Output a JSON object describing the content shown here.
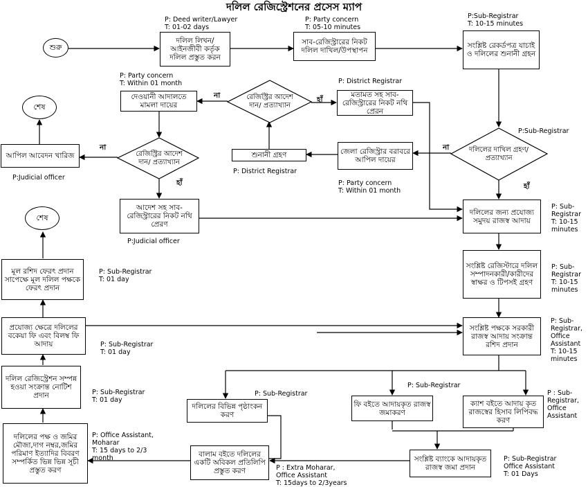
{
  "title": "দলিল রেজিস্ট্রেশনের প্রসেস ম্যাপ",
  "circles": {
    "start": "শুরু",
    "end_top": "শেষ",
    "end_left": "শেষ"
  },
  "boxes": {
    "deed_writing": "দলিল লিখন/ আইনজীবী কর্তৃক দলিল প্রস্তুত করন",
    "submit_subreg": "সাব-রেজিস্ট্রারের নিকট দলিল দাখিল/উপস্থাপন",
    "record_check": "সংশ্লিষ্ট রেকর্ডপত্র যাচাই ও দলিলের শুনানী গ্রহন",
    "civil_court": "দেওয়ানী আদালতে মামলা দায়ের",
    "send_opinion": "মতামত সহ সাব-রেজিস্ট্রারের নিকট নথি প্রেরন",
    "appeal_dismissed": "আপিল আবেদন খারিজ",
    "hearing": "শুনানী গ্রহণ",
    "dist_appeal": "জেলা রেজিস্ট্রার বরাবরে আপিল দায়ের",
    "order_send": "আদেশ সহ সাব-রেজিস্ট্রারের নিকট নথি প্রেরণ",
    "fee_collect": "দলিলের জন্য প্রযোজ্য সমুদয় রাজস্ব আদায়",
    "original_receipt": "মূল রশিদ ফেরৎ প্রদান সাপেক্ষে মূল দলিল পক্ষকে ফেরৎ প্রদান",
    "signature": "সংশ্লিষ্ট রেজিস্টারে দলিল সম্পাদনকারী/কারীদের স্বাক্ষর ও টিপসই গ্রহণ",
    "deficit_fee": "প্রযোজ্য ক্ষেত্রে দলিলের বকেয়া ফি এবং বিলম্ব ফি আদায়",
    "receipt_give": "সংশ্লিষ্ট পক্ষকে সরকারী রাজস্ব আদায় সংক্রান্ত রশিদ প্রদান",
    "notice": "দলিল রেজিস্ট্রেশন সম্পন্ন হওয়া সংক্রান্ত নোটিশ প্রদান",
    "endorse": "দলিলের বিভিন্ন পৃষ্ঠাংকন করণ",
    "fee_book": "ফি বইতে আদায়কৃত রাজস্ব জমাকরণ",
    "cash_book": "ক্যাশ বইতে আদায় কৃত রাজস্বের হিসাব লিপিবদ্ধ করণ",
    "list_prep": "দলিলের পক্ষ ও জমির মৌজা,দাগ নম্বর,জমির পরিমাণ ইত্যাদির বিবরণ সম্পর্কিত ভিন্ন ভিন্ন সূচী প্রস্তুত করণ",
    "volume_copy": "বালাম বইতে দলিলের একটি অবিকল প্রতিলিপি প্রস্তুত করণ",
    "bank_deposit": "সংশ্লিষ্ট ব্যাংকে আদায়কৃত রাজস্ব জমা প্রদান"
  },
  "decisions": {
    "dist_order": "রেজিস্ট্রির আদেশ দান/ প্রত্যাখ্যান",
    "court_order": "রেজিস্ট্রির আদেশ দান/ প্রত্যাখ্যান",
    "deed_accept": "দলিলের দাখিল গ্রহণ/প্রত্যাখ্যান"
  },
  "labels": {
    "no_court": "না",
    "yes_dist": "হাঁ",
    "no_appeal": "না",
    "yes_court": "হাঁ",
    "no_deed": "না",
    "yes_deed": "হাঁ"
  },
  "annotations": {
    "a_deed_writing": "P: Deed writer/Lawyer\nT: 01-02 days",
    "a_submit": "P: Party concern\nT: 05-10 minutes",
    "a_record": "P:Sub-Registrar\nT: 10-15 minutes",
    "a_civil": "P: Party concern\nT: Within 01 month",
    "a_dist_reg_top": "P: District Registrar",
    "a_subreg_decision": "P:Sub-Registrar",
    "a_judicial_1": "P:Judicial officer",
    "a_dist_reg": "P: District Registrar",
    "a_party_month": "P: Party concern\nT: Within 01 month",
    "a_judicial_2": "P:Judicial officer",
    "a_fee_collect": "P: Sub-\nRegistrar\nT: 10-15\nminutes",
    "a_original": "P: Sub-Registrar\nT: 01 day",
    "a_signature": "P: Sub-\nRegistrar\nT: 10-15\nminutes",
    "a_deficit": "P: Sub-Registrar\nT: 01 day",
    "a_receipt": "P: Sub-\nRegistrar,\nOffice\nAssistant\nT: 10-15\nminutes",
    "a_notice": "P: Sub-Registrar\nT: 01 day",
    "a_endorse": "P: Sub-Registrar",
    "a_feebook": "P: Sub-Registrar",
    "a_cashbook": "P : Sub-\nRegistrar,\nOffice\nAssistant",
    "a_list": "P: Office Assistant,\nMoharar\nT: 15 days to 2/3\nmonth",
    "a_volume": "P : Extra Moharar,\nOffice Assistant\nT: 15days to 2/3years",
    "a_bank": "P: Sub-Registrar\nOffice Assistant\nT: 01 Days"
  }
}
